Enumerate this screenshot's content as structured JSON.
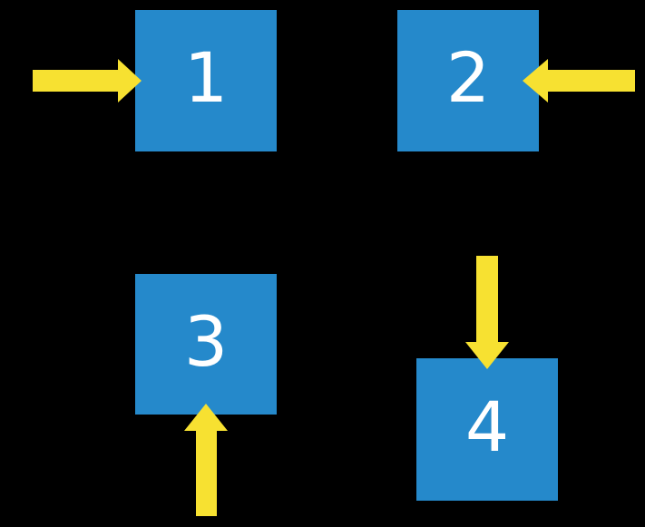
{
  "colors": {
    "background": "#000000",
    "square": "#2589CB",
    "arrow": "#F7E131",
    "label": "#FFFFFF"
  },
  "squares": [
    {
      "label": "1"
    },
    {
      "label": "2"
    },
    {
      "label": "3"
    },
    {
      "label": "4"
    }
  ],
  "arrows": [
    {
      "target": "1",
      "direction": "right",
      "enters_from": "left side"
    },
    {
      "target": "2",
      "direction": "left",
      "enters_from": "right side"
    },
    {
      "target": "3",
      "direction": "up",
      "enters_from": "bottom side"
    },
    {
      "target": "4",
      "direction": "down",
      "enters_from": "top side"
    }
  ]
}
